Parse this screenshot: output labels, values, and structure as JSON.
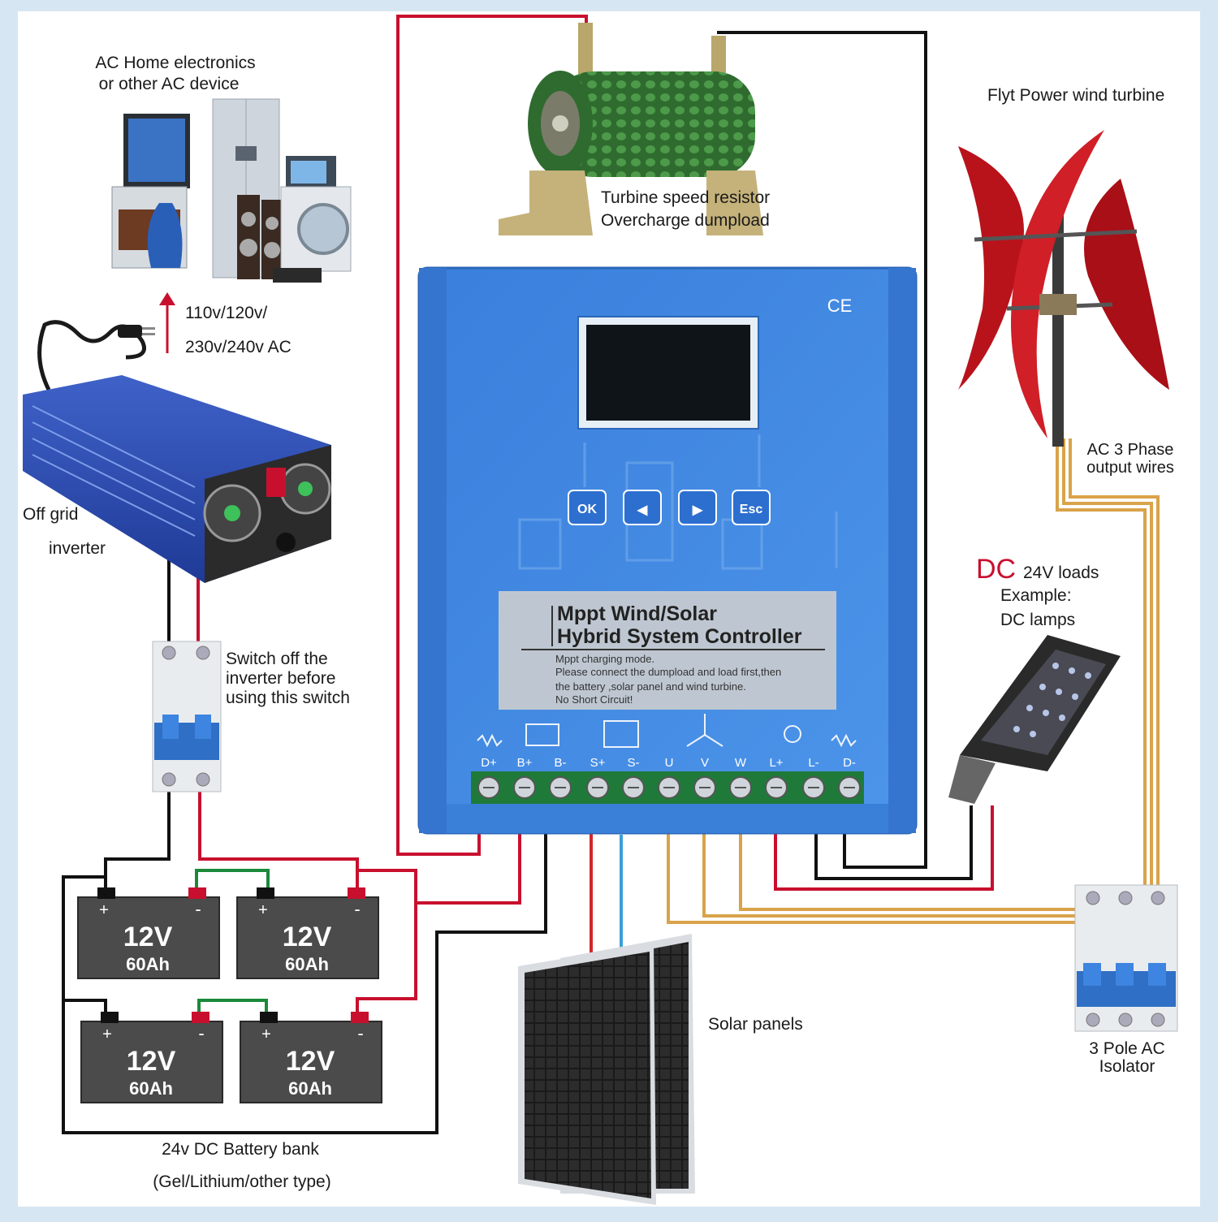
{
  "labels": {
    "ac_devices_line1": "AC Home electronics",
    "ac_devices_line2": "or other AC device",
    "ac_voltage_line1": "110v/120v/",
    "ac_voltage_line2": "230v/240v AC",
    "inverter_line1": "Off grid",
    "inverter_line2": "inverter",
    "switch_line1": "Switch off the",
    "switch_line2": "inverter before",
    "switch_line3": "using this switch",
    "resistor_line1": "Turbine speed resistor",
    "resistor_line2": "Overcharge dumpload",
    "turbine": "Flyt Power wind turbine",
    "ac_wires_line1": "AC 3 Phase",
    "ac_wires_line2": "output wires",
    "dc_prefix": "DC",
    "dc_loads": "24V loads",
    "dc_example": "Example:",
    "dc_lamps": "DC lamps",
    "solar": "Solar panels",
    "isolator_line1": "3 Pole AC",
    "isolator_line2": "Isolator",
    "battery_bank_line1": "24v DC Battery bank",
    "battery_bank_line2": "(Gel/Lithium/other type)"
  },
  "controller": {
    "ce_mark": "CE",
    "title_line1": "Mppt Wind/Solar",
    "title_line2": "Hybrid System Controller",
    "note_line1": "Mppt charging mode.",
    "note_line2": "Please connect the dumpload and load first,then",
    "note_line3": "the battery ,solar panel and wind turbine.",
    "note_line4": "No Short Circuit!",
    "buttons": [
      "OK",
      "◀",
      "▶",
      "Esc"
    ],
    "terminals": [
      "D+",
      "B+",
      "B-",
      "S+",
      "S-",
      "U",
      "V",
      "W",
      "L+",
      "L-",
      "D-"
    ]
  },
  "batteries": [
    {
      "voltage": "12V",
      "capacity": "60Ah",
      "plus": "+",
      "minus": "-"
    },
    {
      "voltage": "12V",
      "capacity": "60Ah",
      "plus": "+",
      "minus": "-"
    },
    {
      "voltage": "12V",
      "capacity": "60Ah",
      "plus": "+",
      "minus": "-"
    },
    {
      "voltage": "12V",
      "capacity": "60Ah",
      "plus": "+",
      "minus": "-"
    }
  ],
  "colors": {
    "positive_wire": "#c8102e",
    "negative_wire": "#111111",
    "series_link": "#1a8a3a",
    "solar_positive": "#d4262c",
    "solar_negative": "#3a9fd8",
    "ac_wire": "#d9a34a",
    "controller_blue": "#3f86e0",
    "battery_body": "#4b4b4b"
  }
}
